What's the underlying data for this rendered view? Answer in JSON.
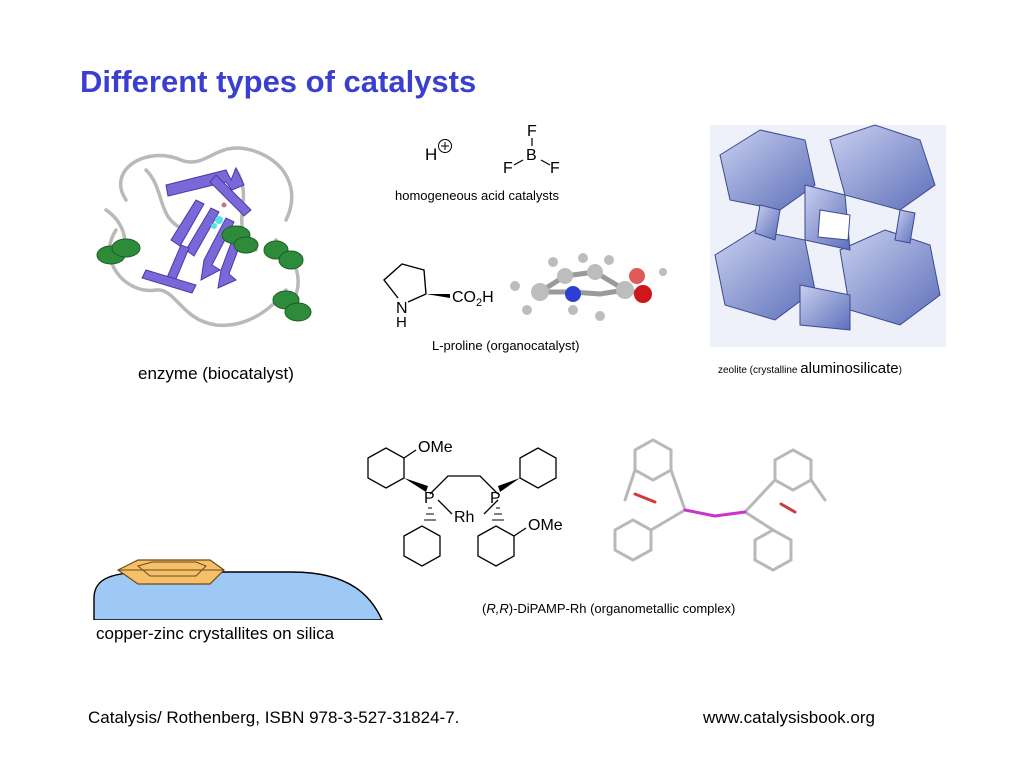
{
  "slide": {
    "title": "Different types of catalysts"
  },
  "enzyme": {
    "caption": "enzyme (biocatalyst)"
  },
  "acid": {
    "h_label": "H",
    "bf3": {
      "f": "F",
      "b": "B"
    },
    "caption": "homogeneous acid catalysts"
  },
  "proline": {
    "n_label": "N",
    "h_label": "H",
    "co2h_prefix": "CO",
    "co2h_sub": "2",
    "co2h_suffix": "H",
    "caption": "L-proline (organocatalyst)"
  },
  "zeolite": {
    "caption_small_prefix": "zeolite (crystalline ",
    "caption_large": "aluminosilicate",
    "caption_small_suffix": ")"
  },
  "dipamp": {
    "ome_label": "OMe",
    "p_label": "P",
    "rh_label": "Rh",
    "caption_open": "(",
    "caption_italic": "R,R",
    "caption_rest": ")-DiPAMP-Rh (organometallic complex)"
  },
  "cuzn": {
    "caption": "copper-zinc crystallites on silica"
  },
  "footer": {
    "citation": "Catalysis/ Rothenberg, ISBN 978-3-527-31824-7.",
    "website": "www.catalysisbook.org"
  },
  "colors": {
    "title": "#3b3fcf",
    "protein_sheet": "#7b68d8",
    "protein_helix": "#2e8b3a",
    "zeolite": "#7d8ccc",
    "silica": "#9ec9f6",
    "crystallite": "#f6c06b"
  }
}
